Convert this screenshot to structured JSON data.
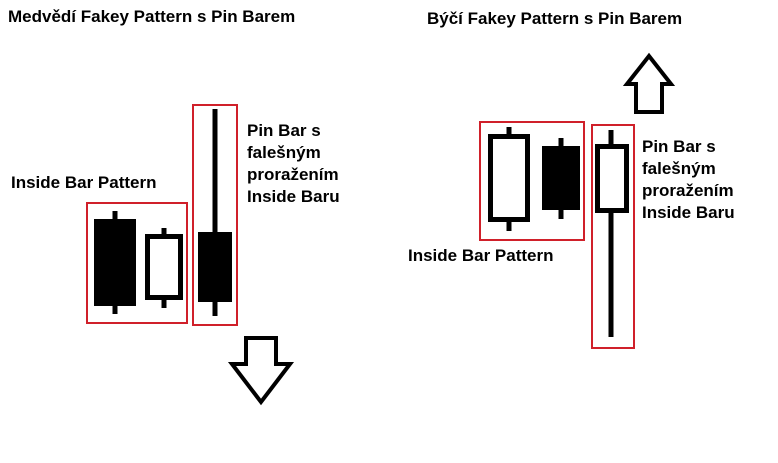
{
  "bearish": {
    "title": "Medvědí Fakey Pattern s Pin Barem",
    "inside_bar_label": "Inside Bar Pattern",
    "pin_bar_label": [
      "Pin Bar s",
      "falešným",
      "proražením",
      "Inside Baru"
    ],
    "arrow_icon": "down-arrow-icon"
  },
  "bullish": {
    "title": "Býčí Fakey Pattern s Pin Barem",
    "inside_bar_label": "Inside Bar Pattern",
    "pin_bar_label": [
      "Pin Bar s",
      "falešným",
      "proražením",
      "Inside Baru"
    ],
    "arrow_icon": "up-arrow-icon"
  },
  "colors": {
    "highlight_box": "#d0202a",
    "candle": "#000000",
    "background": "#ffffff"
  }
}
